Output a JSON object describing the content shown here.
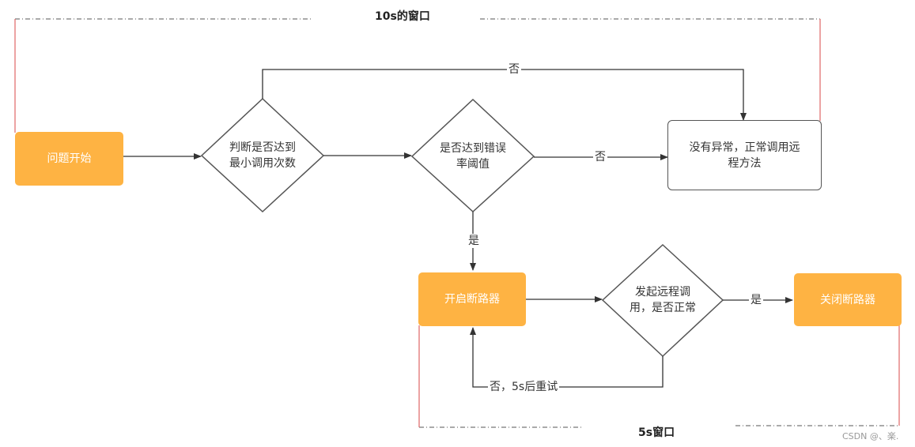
{
  "windows": {
    "outer_label": "10s的窗口",
    "inner_label": "5s窗口"
  },
  "nodes": {
    "start": "问题开始",
    "check_min_calls": "判断是否达到最小调用次数",
    "check_error_rate": "是否达到错误率阈值",
    "normal_call": "没有异常，正常调用远程方法",
    "open_breaker": "开启断路器",
    "remote_call_check": "发起远程调用，是否正常",
    "close_breaker": "关闭断路器"
  },
  "node_lines": {
    "check_min_calls": [
      "判断是否达到",
      "最小调用次数"
    ],
    "check_error_rate": [
      "是否达到错误",
      "率阈值"
    ],
    "normal_call": [
      "没有异常，正常调用远",
      "程方法"
    ],
    "remote_call_check": [
      "发起远程调",
      "用，是否正常"
    ]
  },
  "edges": {
    "min_calls_no": "否",
    "error_rate_no": "否",
    "error_rate_yes": "是",
    "remote_ok_yes": "是",
    "remote_fail_retry": "否，5s后重试"
  },
  "colors": {
    "orange": "#feb343",
    "window_border": "#e06666",
    "line": "#333333"
  },
  "watermark": "CSDN @、楽."
}
